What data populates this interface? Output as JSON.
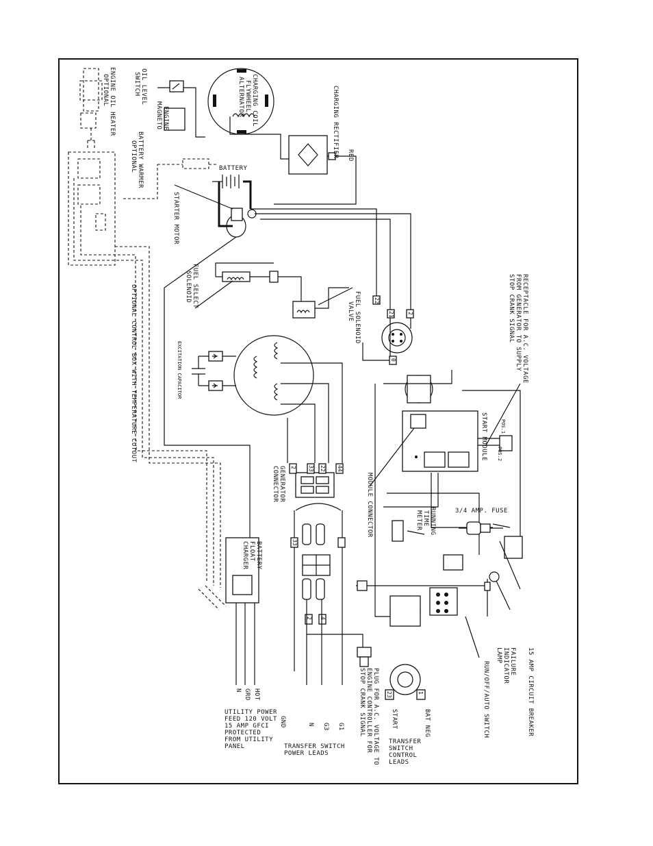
{
  "labels": {
    "engine_oil_heater": "ENGINE OIL HEATER",
    "optional_1": "OPTIONAL",
    "oil_level_switch_1": "OIL LEVEL",
    "oil_level_switch_2": "SWITCH",
    "engine_magneto_1": "ENGINE",
    "engine_magneto_2": "MAGNETO",
    "battery_warmer": "BATTERY WARMER",
    "optional_2": "OPTIONAL",
    "charging_coil_1": "CHARGING COIL",
    "charging_coil_2": "FLYWHEEL",
    "charging_coil_3": "ALTERNATOR",
    "charging_rectifier": "CHARGING RECTIFIER",
    "red": "RED",
    "battery": "BATTERY",
    "starter_motor": "STARTER MOTOR",
    "fuel_select_1": "FUEL SELECT",
    "fuel_select_2": "SOLENOID",
    "fuel_solenoid_1": "FUEL SOLENOID",
    "fuel_solenoid_2": "VALVE",
    "receptacle_1": "RECEPTACLE FOR A.C. VOLTAGE",
    "receptacle_2": "FROM GENERATOR TO SUPPLY",
    "receptacle_3": "STOP CRANK SIGNAL",
    "excitation_capacitor": "EXCITATION CAPACITOR",
    "optional_control_1": "OPTIONAL CONTROL BOX WITH TEMPERATURE CUTOUT",
    "start_module": "START MODULE",
    "pos1": "POS.1",
    "pos2": "POS.2",
    "generator_connector_1": "GENERATOR",
    "generator_connector_2": "CONNECTOR",
    "module_connector": "MODULE CONNECTOR",
    "running_time_1": "RUNNING",
    "running_time_2": "TIME",
    "running_time_3": "METER",
    "fuse": "3/4 AMP. FUSE",
    "battery_float_1": "BATTERY",
    "battery_float_2": "FLOAT",
    "battery_float_3": "CHARGER",
    "circuit_breaker": "15 AMP CIRCUIT BREAKER",
    "failure_lamp_1": "FAILURE",
    "failure_lamp_2": "INDICATOR",
    "failure_lamp_3": "LAMP",
    "run_switch": "RUN/OFF/AUTO SWITCH",
    "hot": "HOT",
    "grd": "GRD",
    "n_1": "N",
    "utility_1": "UTILITY POWER",
    "utility_2": "FEED 120 VOLT",
    "utility_3": "15 AMP GFCI",
    "utility_4": "PROTECTED",
    "utility_5": "FROM UTILITY",
    "utility_6": "PANEL",
    "gnd": "GND",
    "n_2": "N",
    "g3": "G3",
    "g1": "G1",
    "transfer_power_1": "TRANSFER SWITCH",
    "transfer_power_2": "POWER LEADS",
    "plug_1": "PLUG FOR A.C. VOLTAGE TO",
    "plug_2": "ENGINE CONTROLLER FOR",
    "plug_3": "STOP CRANK SIGNAL",
    "start": "START",
    "bat_neg": "BAT NEG",
    "transfer_control_1": "TRANSFER",
    "transfer_control_2": "SWITCH",
    "transfer_control_3": "CONTROL",
    "transfer_control_4": "LEADS"
  },
  "terminals": {
    "t22": "22",
    "t21": "21",
    "t2a": "2",
    "t0": "0",
    "t2b": "2",
    "t33": "33",
    "t22b": "22",
    "t44": "44",
    "t33b": "33",
    "t2c": "2",
    "t4": "4",
    "t23": "23",
    "t1": "1"
  }
}
